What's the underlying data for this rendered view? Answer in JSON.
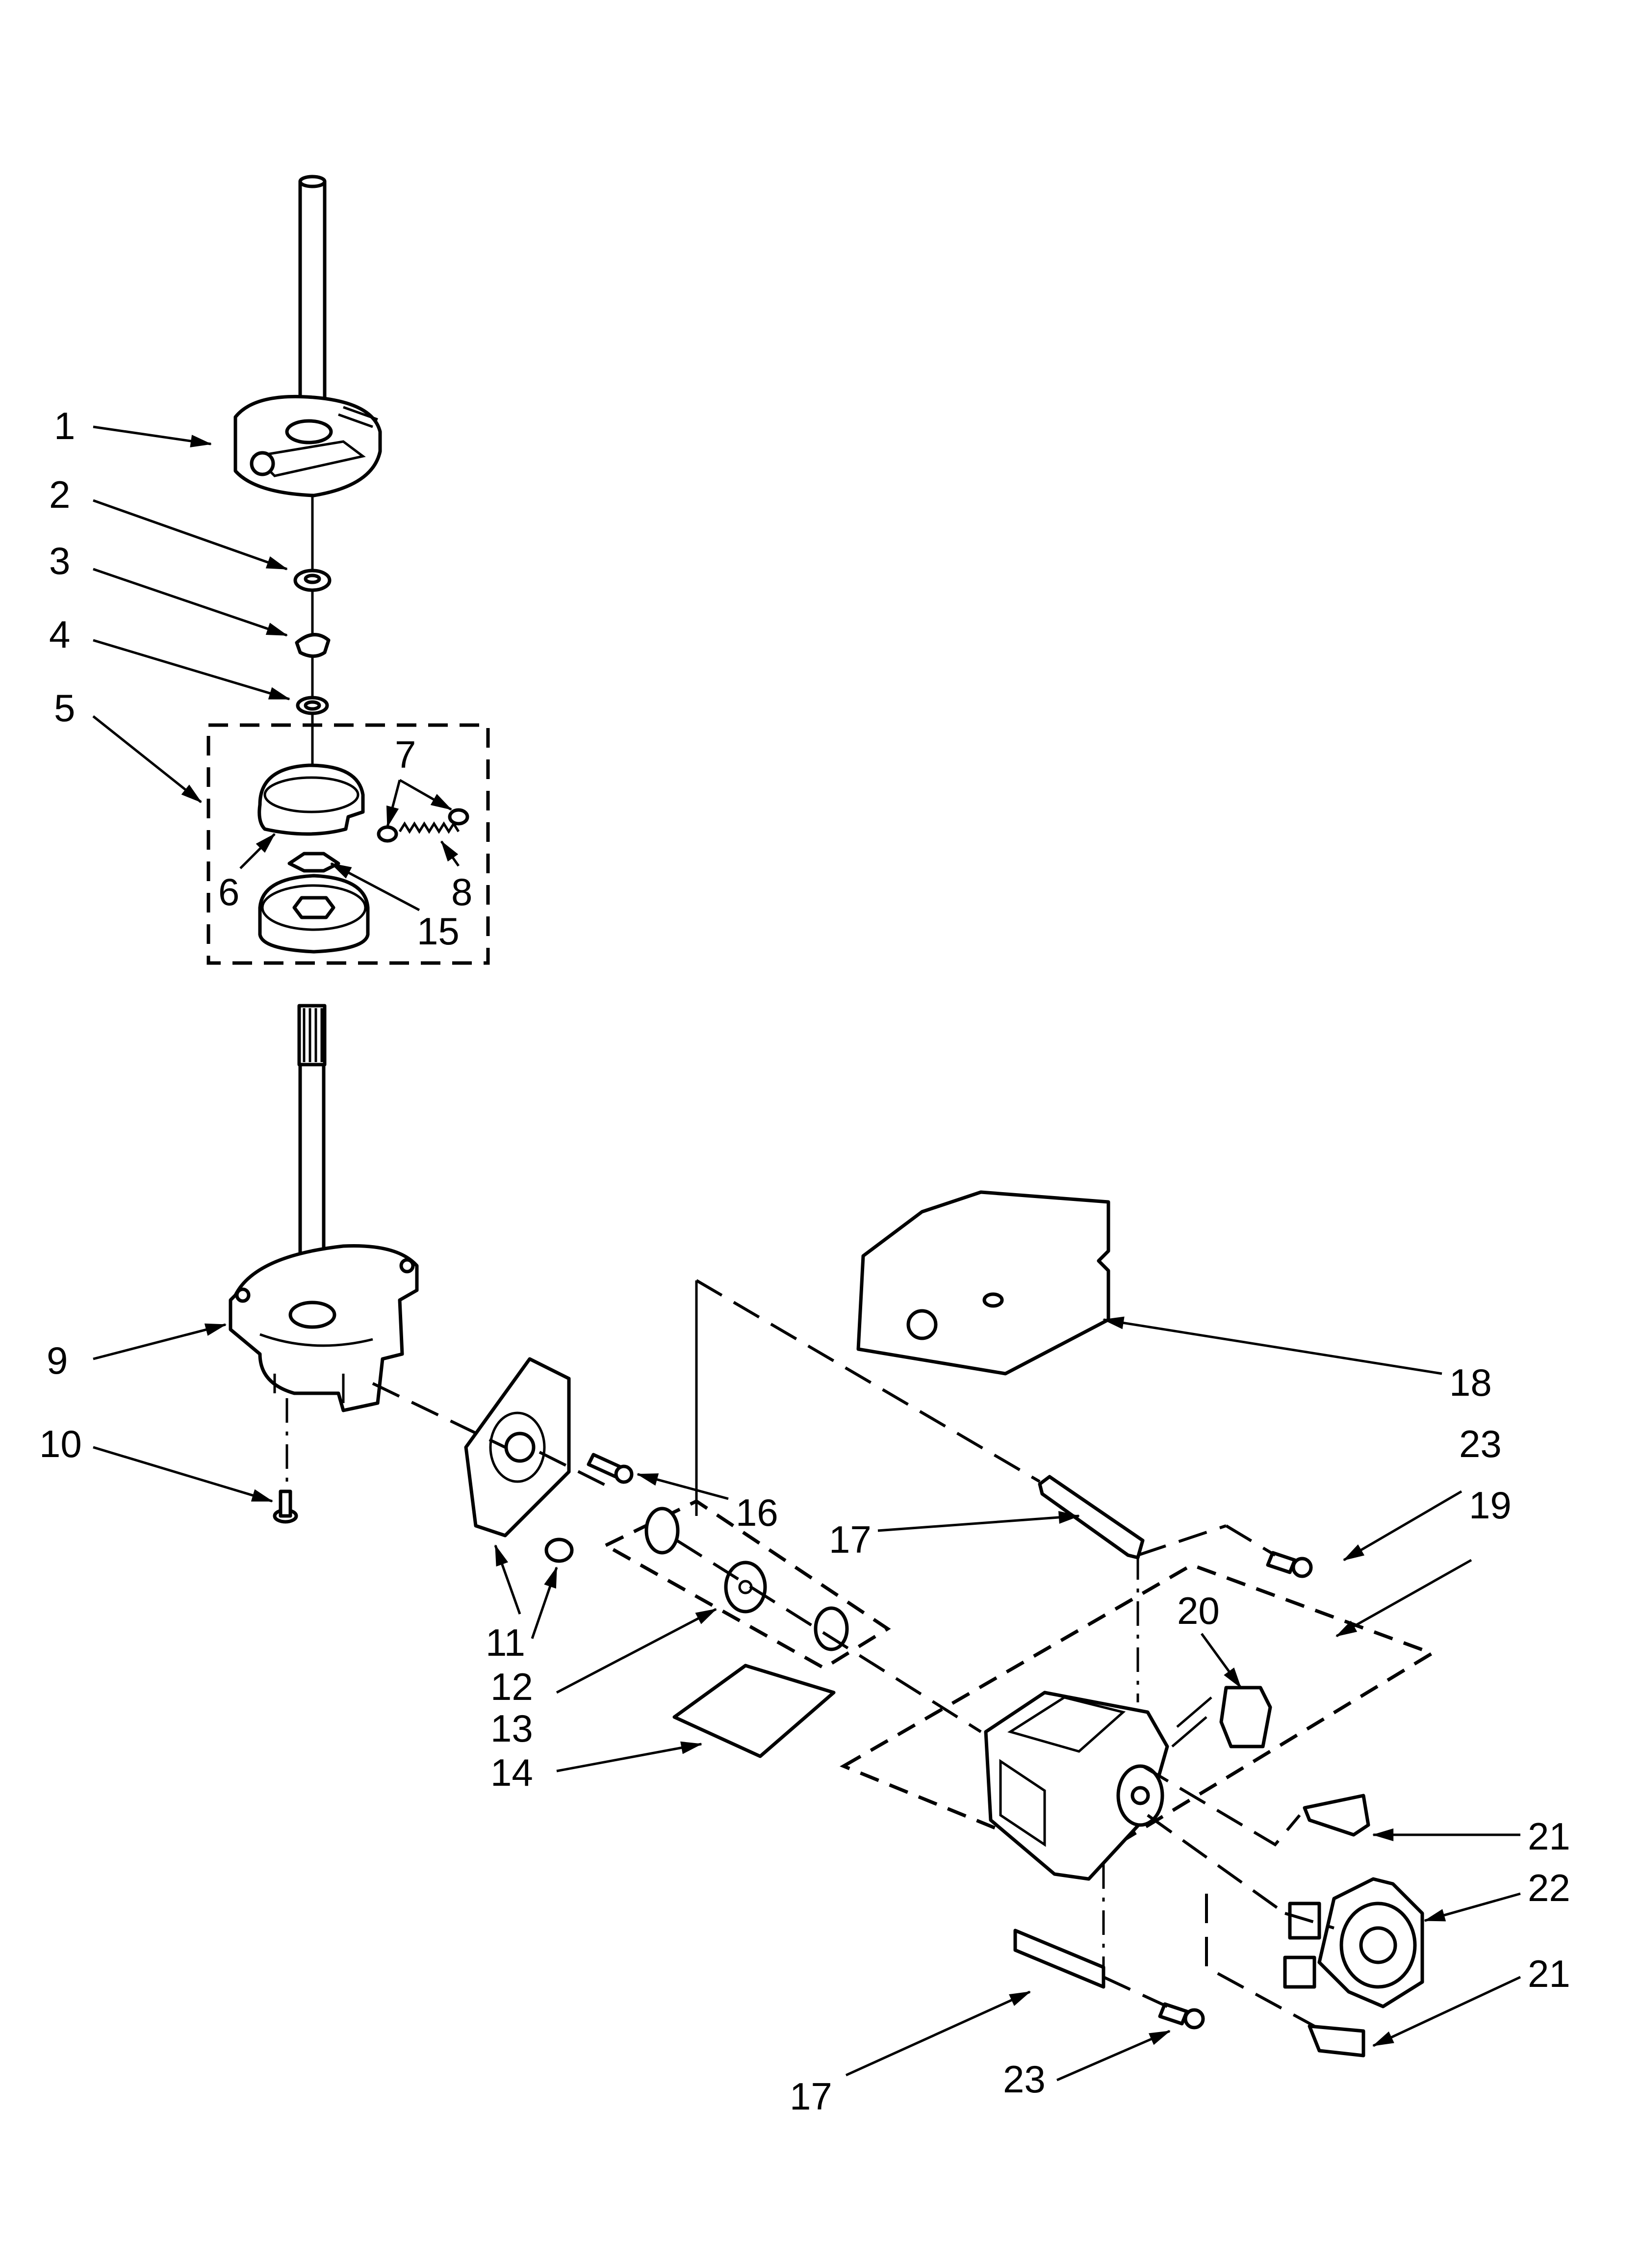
{
  "diagram": {
    "type": "exploded-parts-view",
    "callouts": [
      {
        "id": "c1",
        "label": "1"
      },
      {
        "id": "c2",
        "label": "2"
      },
      {
        "id": "c3",
        "label": "3"
      },
      {
        "id": "c4",
        "label": "4"
      },
      {
        "id": "c5",
        "label": "5"
      },
      {
        "id": "c6",
        "label": "6"
      },
      {
        "id": "c7",
        "label": "7"
      },
      {
        "id": "c8",
        "label": "8"
      },
      {
        "id": "c9",
        "label": "9"
      },
      {
        "id": "c10",
        "label": "10"
      },
      {
        "id": "c11",
        "label": "11"
      },
      {
        "id": "c12",
        "label": "12"
      },
      {
        "id": "c13",
        "label": "13"
      },
      {
        "id": "c14",
        "label": "14"
      },
      {
        "id": "c15",
        "label": "15"
      },
      {
        "id": "c16",
        "label": "16"
      },
      {
        "id": "c17a",
        "label": "17"
      },
      {
        "id": "c17b",
        "label": "17"
      },
      {
        "id": "c18",
        "label": "18"
      },
      {
        "id": "c19",
        "label": "19"
      },
      {
        "id": "c20",
        "label": "20"
      },
      {
        "id": "c21a",
        "label": "21"
      },
      {
        "id": "c21b",
        "label": "21"
      },
      {
        "id": "c22",
        "label": "22"
      },
      {
        "id": "c23a",
        "label": "23"
      },
      {
        "id": "c23b",
        "label": "23"
      }
    ]
  }
}
